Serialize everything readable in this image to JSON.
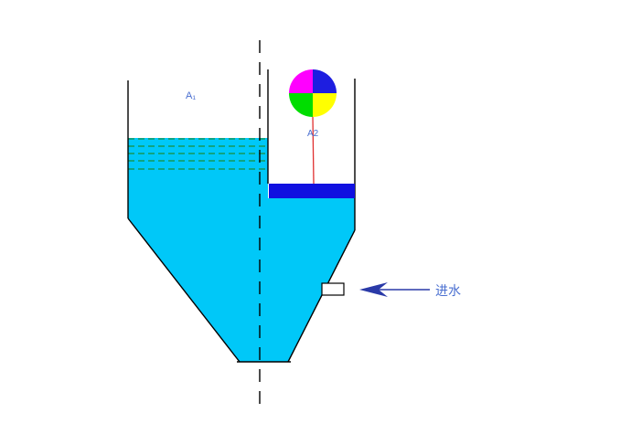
{
  "diagram": {
    "label_a1": "A₁",
    "label_a2": "A2",
    "inlet_label": "进水",
    "colors": {
      "water": "#00c8f8",
      "water_lines": "#1a8f3a",
      "plate": "#1010e0",
      "rod": "#e03030",
      "wall": "#000000",
      "arrow": "#2a3aa8",
      "label": "#4a6fd0",
      "ball_q1": "#1e1ee0",
      "ball_q2": "#ffff00",
      "ball_q3": "#00dd00",
      "ball_q4": "#ff00ff"
    }
  }
}
